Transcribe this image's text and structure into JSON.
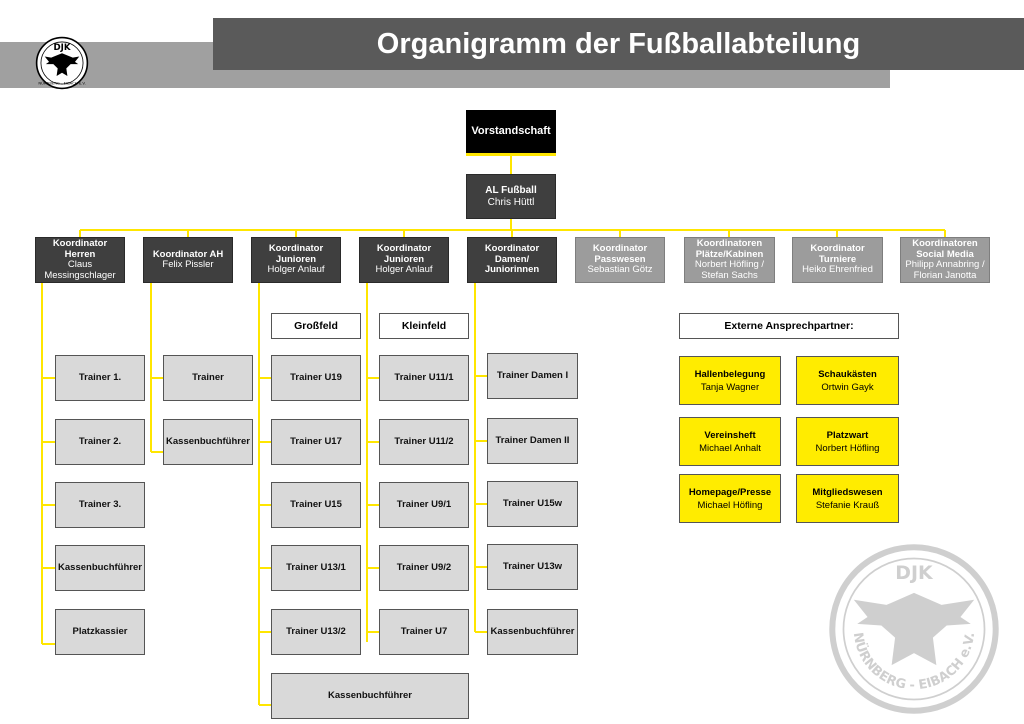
{
  "header": {
    "title": "Organigramm der Fußballabteilung"
  },
  "colors": {
    "line": "#ffe600",
    "dark_box": "#3f3f3f",
    "grey_box": "#9c9c9c",
    "leaf_box": "#d9d9d9",
    "contact_box": "#ffec00",
    "header_bar": "#5a5a5a",
    "header_band": "#a0a0a0"
  },
  "logos": {
    "small_text": [
      "DJK",
      "NÜRNBERG - EIBACH e.V."
    ],
    "large_text": [
      "DJK",
      "NÜRNBERG - EIBACH e.V."
    ]
  },
  "top": {
    "vorstand": {
      "title": "Vorstandschaft"
    },
    "al": {
      "title": "AL Fußball",
      "name": "Chris Hüttl"
    }
  },
  "coordinators": [
    {
      "title": "Koordinator\nHerren",
      "name": "Claus\nMessingschlager"
    },
    {
      "title": "Koordinator AH",
      "name": "Felix Pissler"
    },
    {
      "title": "Koordinator\nJunioren",
      "name": "Holger Anlauf"
    },
    {
      "title": "Koordinator\nJunioren",
      "name": "Holger Anlauf"
    },
    {
      "title": "Koordinator\nDamen/\nJuniorinnen",
      "name": ""
    },
    {
      "title": "Koordinator\nPasswesen",
      "name": "Sebastian Götz"
    },
    {
      "title": "Koordinatoren\nPlätze/Kabinen",
      "name": "Norbert Höfling /\nStefan Sachs"
    },
    {
      "title": "Koordinator\nTurniere",
      "name": "Heiko Ehrenfried"
    },
    {
      "title": "Koordinatoren\nSocial Media",
      "name": "Philipp Annabring /\nFlorian Janotta"
    }
  ],
  "columns": {
    "herren": [
      "Trainer 1.",
      "Trainer 2.",
      "Trainer 3.",
      "Kassenbuchführer",
      "Platzkassier"
    ],
    "ah": [
      "Trainer",
      "Kassenbuchführer"
    ],
    "grossfeld": {
      "label": "Großfeld",
      "items": [
        "Trainer U19",
        "Trainer U17",
        "Trainer U15",
        "Trainer U13/1",
        "Trainer U13/2"
      ]
    },
    "kleinfeld": {
      "label": "Kleinfeld",
      "items": [
        "Trainer U11/1",
        "Trainer U11/2",
        "Trainer U9/1",
        "Trainer U9/2",
        "Trainer U7"
      ]
    },
    "junioren_kasse": "Kassenbuchführer",
    "damen": [
      "Trainer Damen I",
      "Trainer Damen II",
      "Trainer U15w",
      "Trainer U13w",
      "Kassenbuchführer"
    ]
  },
  "extern": {
    "title": "Externe Ansprechpartner:",
    "contacts": [
      {
        "title": "Hallenbelegung",
        "name": "Tanja Wagner"
      },
      {
        "title": "Schaukästen",
        "name": "Ortwin Gayk"
      },
      {
        "title": "Vereinsheft",
        "name": "Michael Anhalt"
      },
      {
        "title": "Platzwart",
        "name": "Norbert Höfling"
      },
      {
        "title": "Homepage/Presse",
        "name": "Michael Höfling"
      },
      {
        "title": "Mitgliedswesen",
        "name": "Stefanie Krauß"
      }
    ]
  }
}
